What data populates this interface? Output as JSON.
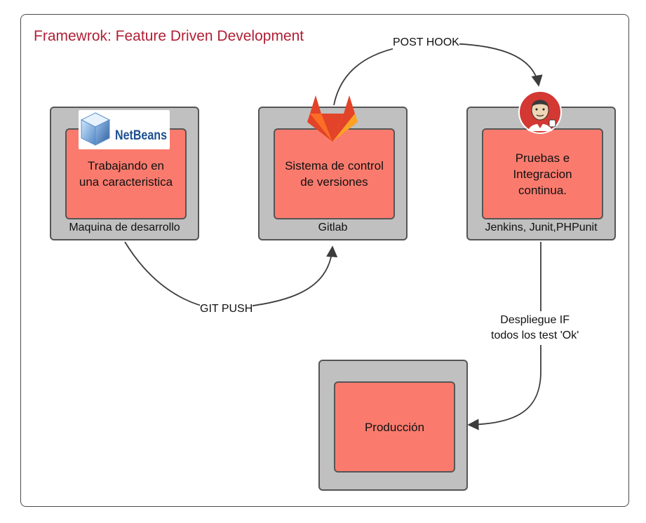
{
  "title": "Framewrok: Feature Driven Development",
  "nodes": {
    "dev": {
      "inner": "Trabajando en\nuna caracteristica",
      "label": "Maquina de desarrollo",
      "logo": "NetBeans"
    },
    "gitlab": {
      "inner": "Sistema de control\nde versiones",
      "label": "Gitlab"
    },
    "jenkins": {
      "inner": "Pruebas e\nIntegracion\ncontinua.",
      "label": "Jenkins, Junit,PHPunit"
    },
    "prod": {
      "inner": "Producción"
    }
  },
  "edges": {
    "git_push": "GIT PUSH",
    "post_hook": "POST HOOK",
    "deploy": "Despliegue IF\ntodos los test 'Ok'"
  },
  "icons": [
    "netbeans-logo-icon",
    "gitlab-logo-icon",
    "jenkins-logo-icon"
  ],
  "colors": {
    "title": "#b01f35",
    "outer_box": "#c0c0c0",
    "inner_box": "#fa7b6e"
  }
}
